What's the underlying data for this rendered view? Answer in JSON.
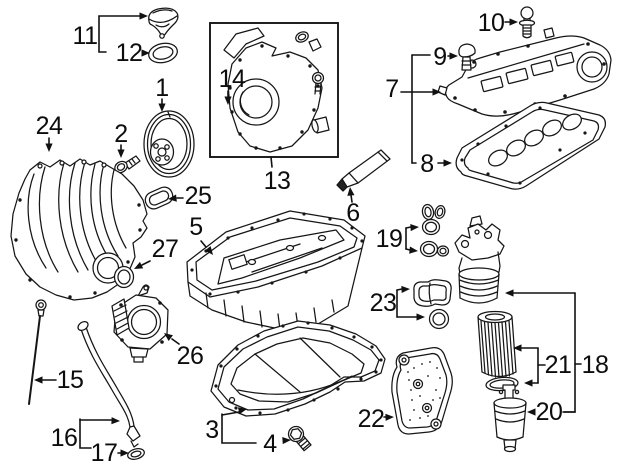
{
  "figure": {
    "background_color": "#ffffff",
    "line_color": "#161616"
  },
  "callouts": {
    "c1": "1",
    "c2": "2",
    "c3": "3",
    "c4": "4",
    "c5": "5",
    "c6": "6",
    "c7": "7",
    "c8": "8",
    "c9": "9",
    "c10": "10",
    "c11": "11",
    "c12": "12",
    "c13": "13",
    "c14": "14",
    "c15": "15",
    "c16": "16",
    "c17": "17",
    "c18": "18",
    "c19": "19",
    "c20": "20",
    "c21": "21",
    "c22": "22",
    "c23": "23",
    "c24": "24",
    "c25": "25",
    "c26": "26",
    "c27": "27"
  }
}
